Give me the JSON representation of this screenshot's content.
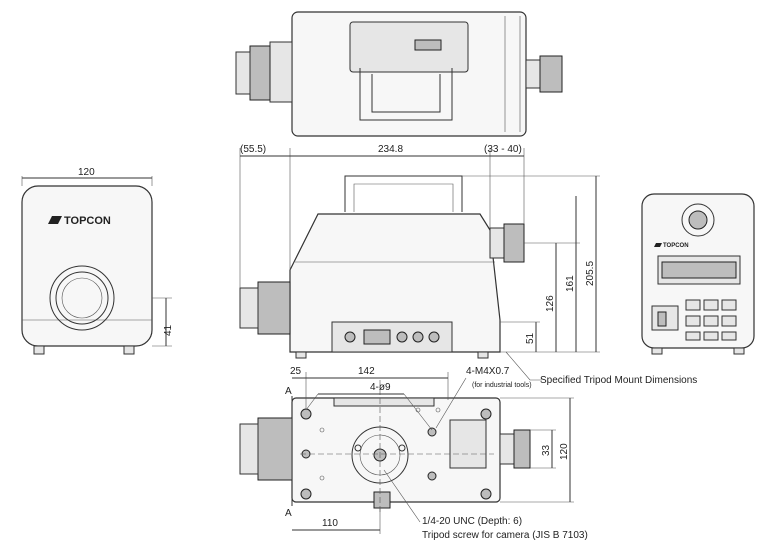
{
  "dimensions": {
    "front_width": "120",
    "front_lens_height": "41",
    "side_rear_offset": "(55.5)",
    "side_length": "234.8",
    "side_eyepiece": "(33 - 40)",
    "height_total": "205.5",
    "height_161": "161",
    "height_126": "126",
    "height_51": "51",
    "bottom_25": "25",
    "bottom_142": "142",
    "holes": "4-ø9",
    "screw": "4-M4X0.7",
    "screw_note": "(for industrial tools)",
    "bottom_33": "33",
    "bottom_120": "120",
    "bottom_110": "110",
    "section_a_top": "A",
    "section_a_bottom": "A"
  },
  "notes": {
    "tripod_mount": "Specified Tripod Mount Dimensions",
    "tripod_thread": "1/4-20 UNC (Depth: 6)",
    "tripod_camera": "Tripod screw for camera (JIS B 7103)"
  },
  "branding": {
    "front_logo": "TOPCON",
    "rear_logo": "TOPCON"
  }
}
